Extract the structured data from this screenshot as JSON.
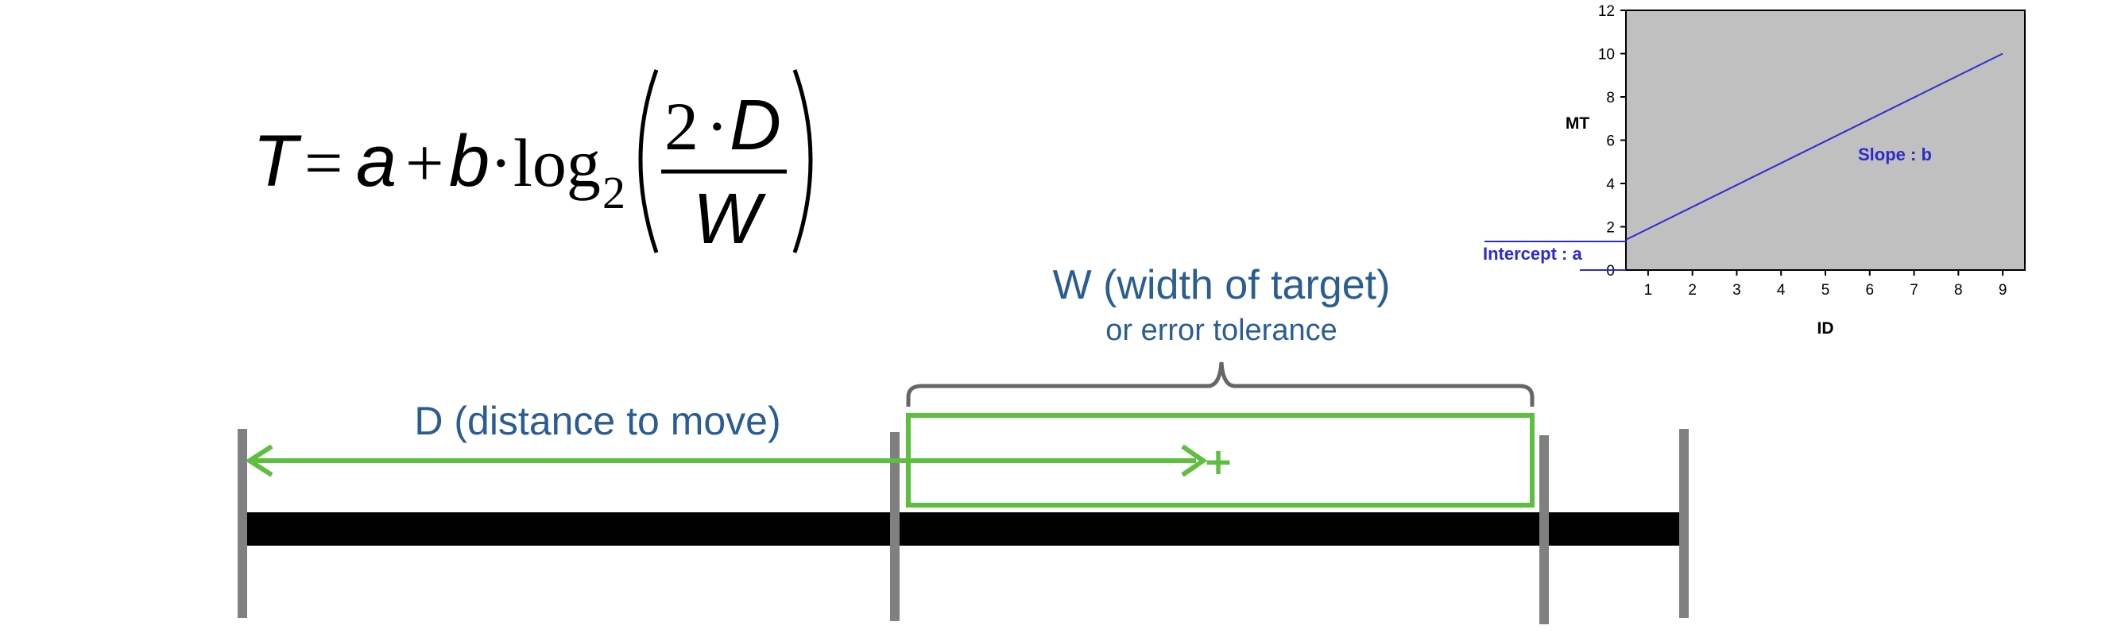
{
  "formula": {
    "T": "T",
    "eq": "=",
    "a": "a",
    "plus": "+",
    "b": "b",
    "dot": "·",
    "log": "log",
    "sub": "2",
    "num_two": "2",
    "num_dot": "·",
    "num_D": "D",
    "den_W": "W"
  },
  "labels": {
    "width_title": "W (width of target)",
    "width_sub": "or error tolerance",
    "distance": "D (distance to move)",
    "target_marker": "+"
  },
  "colors": {
    "label_blue": "#2a5d92",
    "green": "#5cbf3e",
    "tick_gray": "#808080",
    "brace_gray": "#666666",
    "bar_black": "#000000",
    "plot_bg": "#c0c0c0",
    "line_blue": "#2b2bd0"
  },
  "chart_data": {
    "type": "line",
    "xlabel": "ID",
    "ylabel": "MT",
    "xlim": [
      0.5,
      9.5
    ],
    "ylim": [
      0,
      12
    ],
    "x_ticks": [
      1,
      2,
      3,
      4,
      5,
      6,
      7,
      8,
      9
    ],
    "y_ticks": [
      0,
      2,
      4,
      6,
      8,
      10,
      12
    ],
    "grid": false,
    "series": [
      {
        "x": [
          0.5,
          9.0
        ],
        "y": [
          1.4,
          10.0
        ]
      }
    ],
    "annotations": {
      "slope": "Slope : b",
      "intercept": "Intercept : a"
    }
  }
}
